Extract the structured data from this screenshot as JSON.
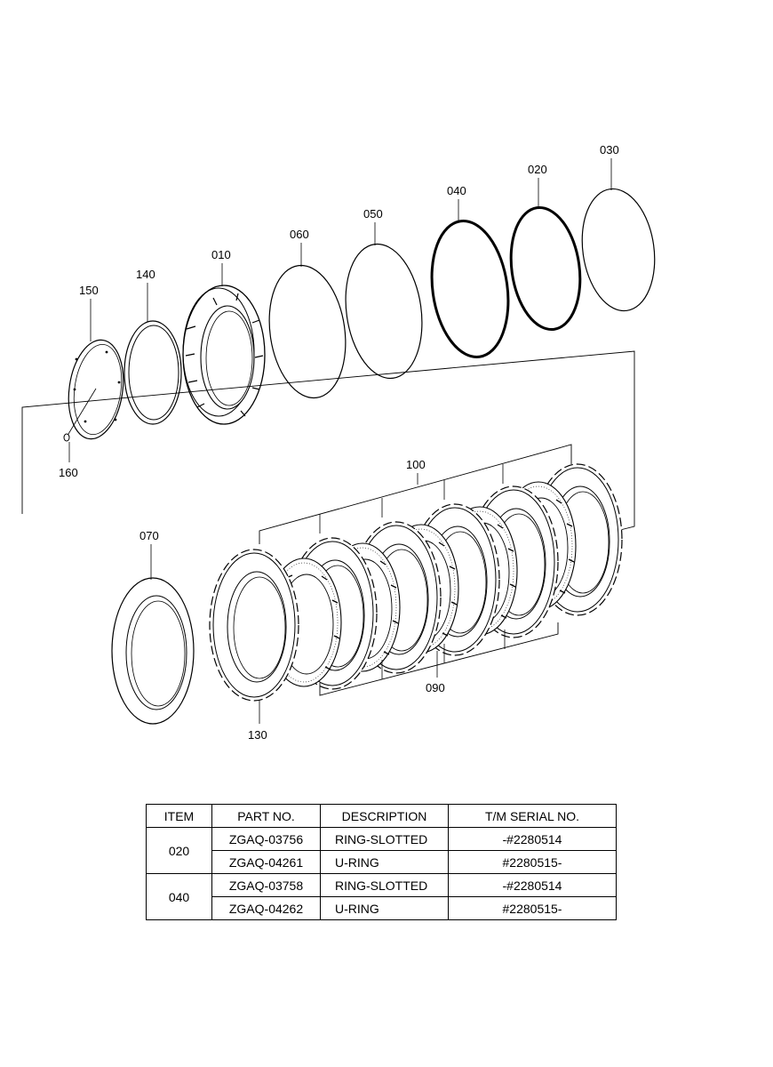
{
  "callouts": {
    "c010": "010",
    "c020": "020",
    "c030": "030",
    "c040": "040",
    "c050": "050",
    "c060": "060",
    "c070": "070",
    "c090": "090",
    "c100": "100",
    "c130": "130",
    "c140": "140",
    "c150": "150",
    "c160": "160"
  },
  "table": {
    "headers": [
      "ITEM",
      "PART NO.",
      "DESCRIPTION",
      "T/M SERIAL NO."
    ],
    "groups": [
      {
        "item": "020",
        "rows": [
          {
            "part_no": "ZGAQ-03756",
            "description": "RING-SLOTTED",
            "serial": "-#2280514"
          },
          {
            "part_no": "ZGAQ-04261",
            "description": "U-RING",
            "serial": "#2280515-"
          }
        ]
      },
      {
        "item": "040",
        "rows": [
          {
            "part_no": "ZGAQ-03758",
            "description": "RING-SLOTTED",
            "serial": "-#2280514"
          },
          {
            "part_no": "ZGAQ-04262",
            "description": "U-RING",
            "serial": "#2280515-"
          }
        ]
      }
    ]
  }
}
